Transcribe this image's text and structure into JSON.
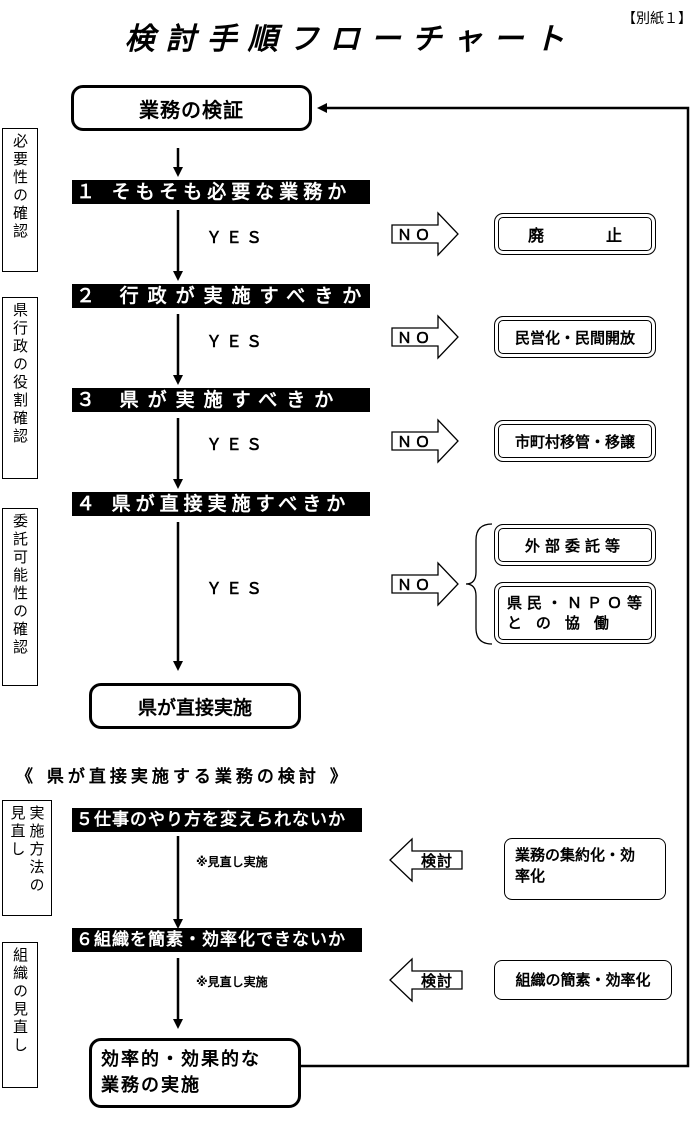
{
  "header": {
    "title": "検討手順フローチャート",
    "annex": "【別紙１】"
  },
  "flow": {
    "start": "業務の検証",
    "q1": "１ そもそも必要な業務か",
    "q2": "２ 行政が実施すべきか",
    "q3": "３ 県が実施すべきか",
    "q4": "４ 県が直接実施すべきか",
    "yes": "ＹＥＳ",
    "no": "ＮＯ",
    "direct": "県が直接実施",
    "section2_title": "《 県が直接実施する業務の検討 》",
    "q5": "５仕事のやり方を変えられないか",
    "q6": "６組織を簡素・効率化できないか",
    "review_note": "※見直し実施",
    "kento": "検討",
    "end_line1": "効率的・効果的な",
    "end_line2": "業務の実施"
  },
  "outcomes": {
    "abolish_1": "廃",
    "abolish_2": "止",
    "privatize": "民営化・民間開放",
    "municipal": "市町村移管・移譲",
    "outsource": "外部委託等",
    "citizen_line1": "県民・ＮＰＯ等",
    "citizen_line2": "との協働",
    "consolidate_line1": "業務の集約化・効",
    "consolidate_line2": "率化",
    "simplify": "組織の簡素・効率化"
  },
  "side_labels": {
    "necessity": "必要性の確認",
    "role": "県行政の役割確認",
    "outsourcing": "委託可能性の確認",
    "method_col1": "実施方法の",
    "method_col2": "見直し",
    "organization": "組織の見直し"
  }
}
